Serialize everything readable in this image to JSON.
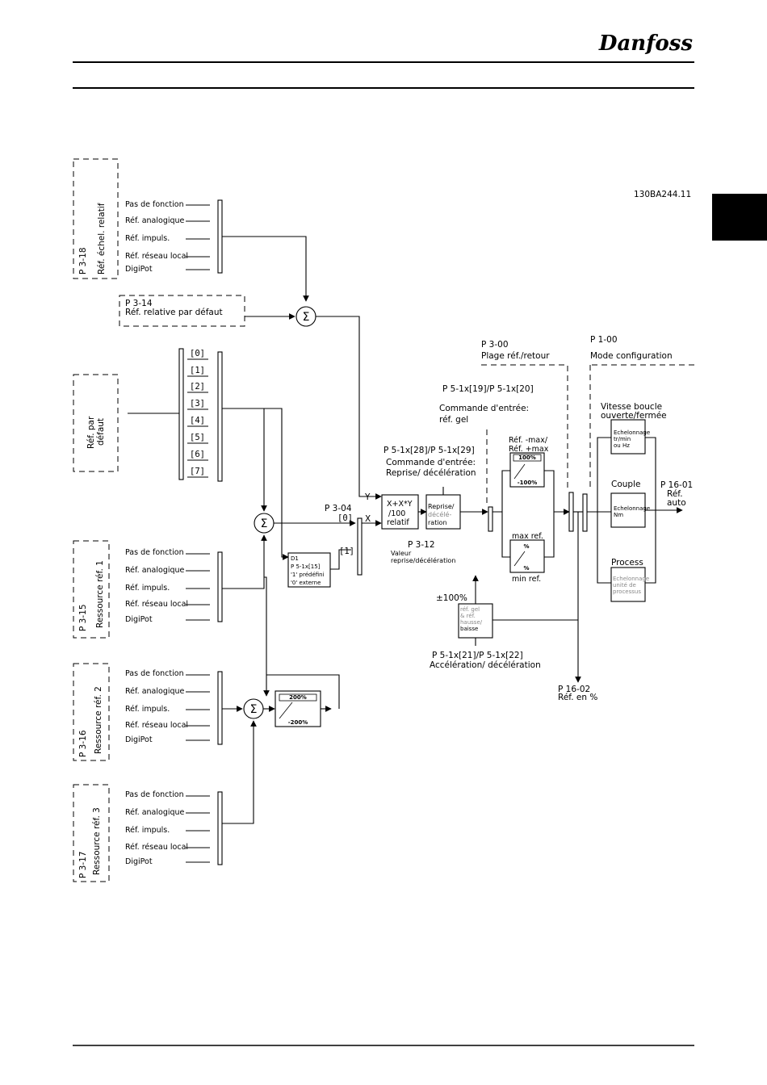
{
  "header": {
    "logo_text": "Danfoss"
  },
  "diagram": {
    "code": "130BA244.11",
    "p318": {
      "param": "P 3-18",
      "title": "Réf. échel. relatif"
    },
    "defaultref": {
      "title_line1": "Réf. par",
      "title_line2": "défaut",
      "items": [
        "[0]",
        "[1]",
        "[2]",
        "[3]",
        "[4]",
        "[5]",
        "[6]",
        "[7]"
      ]
    },
    "sources_list": [
      "Pas de fonction",
      "Réf. analogique",
      "Réf. impuls.",
      "Réf. réseau local",
      "DigiPot"
    ],
    "p315": {
      "param": "P 3-15",
      "title": "Ressource réf. 1"
    },
    "p316": {
      "param": "P 3-16",
      "title": "Ressource réf. 2"
    },
    "p317": {
      "param": "P 3-17",
      "title": "Ressource réf. 3"
    },
    "p314": {
      "line1": "P 3-14",
      "line2": "Réf. relative par défaut"
    },
    "sum_symbol": "Σ",
    "p304": {
      "param": "P 3-04",
      "in0": "[0]",
      "in1": "[1]"
    },
    "d1": {
      "l1": "D1",
      "l2": "P  5-1x[15]",
      "l3": "'1'  prédéfini",
      "l4": "'0'  externe"
    },
    "clamp200": {
      "top": "200%",
      "bottom": "-200%"
    },
    "xy": {
      "y_label": "Y",
      "x_label": "X",
      "l1": "X+X*Y",
      "l2": "/100",
      "l3": "relatif"
    },
    "p512": {
      "l1": "P 5-1x[28]/P 5-1x[29]",
      "l2": "Commande d'entrée:",
      "l3": "Reprise/ décélération"
    },
    "reprise": {
      "l1": "Reprise/",
      "l2": "décélé-",
      "l3": "ration"
    },
    "p312": {
      "l1": "P 3-12",
      "l2": "Valeur",
      "l3": "reprise/décélération"
    },
    "freeze": {
      "l1": "P 5-1x[19]/P 5-1x[20]",
      "l2": "Commande d'entrée:",
      "l3": "réf. gel"
    },
    "p300": {
      "l1": "P 3-00",
      "l2": "Plage réf./retour"
    },
    "p100": {
      "l1": "P 1-00",
      "l2": "Mode configuration"
    },
    "limits": {
      "l1": "Réf. -max/",
      "l2": "Réf. +max",
      "top_hi": "100%",
      "top_lo": "-100%",
      "maxref": "max ref.",
      "pct_a": "%",
      "pct_b": "%",
      "minref": "min ref."
    },
    "modes": {
      "speed_title_l1": "Vitesse boucle",
      "speed_title_l2": "ouverte/fermée",
      "speed_box_l1": "Echelonnage",
      "speed_box_l2": "tr/min",
      "speed_box_l3": "ou Hz",
      "torque_title": "Couple",
      "torque_box_l1": "Echelonnage",
      "torque_box_l2": "Nm",
      "process_title": "Process",
      "process_box_l1": "Echelonnage",
      "process_box_l2": "unité de",
      "process_box_l3": "processus"
    },
    "p1601": {
      "l1": "P 16-01",
      "l2": "Réf.",
      "l3": "auto"
    },
    "pm100": "±100%",
    "catchup": {
      "l1": "réf. gel",
      "l2": "& réf.",
      "l3": "hausse/",
      "l4": "baisse"
    },
    "p5121": {
      "l1": "P 5-1x[21]/P 5-1x[22]",
      "l2": "Accélération/ décélération"
    },
    "p1602": {
      "l1": "P 16-02",
      "l2": "Réf. en %"
    }
  }
}
